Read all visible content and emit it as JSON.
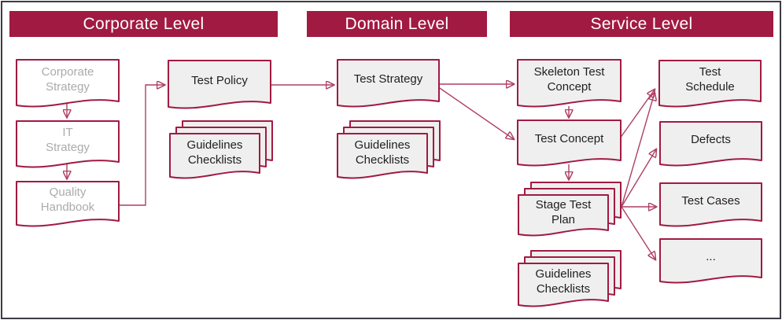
{
  "levels": [
    {
      "id": "corporate",
      "title": "Corporate Level"
    },
    {
      "id": "domain",
      "title": "Domain Level"
    },
    {
      "id": "service",
      "title": "Service Level"
    }
  ],
  "docs": {
    "corporate_strategy": {
      "lines": [
        "Corporate",
        "Strategy"
      ]
    },
    "it_strategy": {
      "lines": [
        "IT",
        "Strategy"
      ]
    },
    "quality_handbook": {
      "lines": [
        "Quality",
        "Handbook"
      ]
    },
    "test_policy": {
      "lines": [
        "Test Policy"
      ]
    },
    "guidelines_corporate": {
      "lines": [
        "Guidelines",
        "Checklists"
      ]
    },
    "test_strategy": {
      "lines": [
        "Test Strategy"
      ]
    },
    "guidelines_domain": {
      "lines": [
        "Guidelines",
        "Checklists"
      ]
    },
    "skeleton_test_concept": {
      "lines": [
        "Skeleton Test",
        "Concept"
      ]
    },
    "test_concept": {
      "lines": [
        "Test Concept"
      ]
    },
    "stage_test_plan": {
      "lines": [
        "Stage Test",
        "Plan"
      ]
    },
    "guidelines_service": {
      "lines": [
        "Guidelines",
        "Checklists"
      ]
    },
    "test_schedule": {
      "lines": [
        "Test",
        "Schedule"
      ]
    },
    "defects": {
      "lines": [
        "Defects"
      ]
    },
    "test_cases": {
      "lines": [
        "Test Cases"
      ]
    },
    "ellipsis": {
      "lines": [
        "..."
      ]
    }
  },
  "colors": {
    "accent": "#a11a42",
    "connector_line": "#ad3f63",
    "arrowhead": "#8f1238",
    "doc_fill": "#efefef",
    "doc_fill_white": "#ffffff",
    "muted_text": "#ababab",
    "text": "#1f1f1f",
    "frame": "#3c3c44"
  }
}
